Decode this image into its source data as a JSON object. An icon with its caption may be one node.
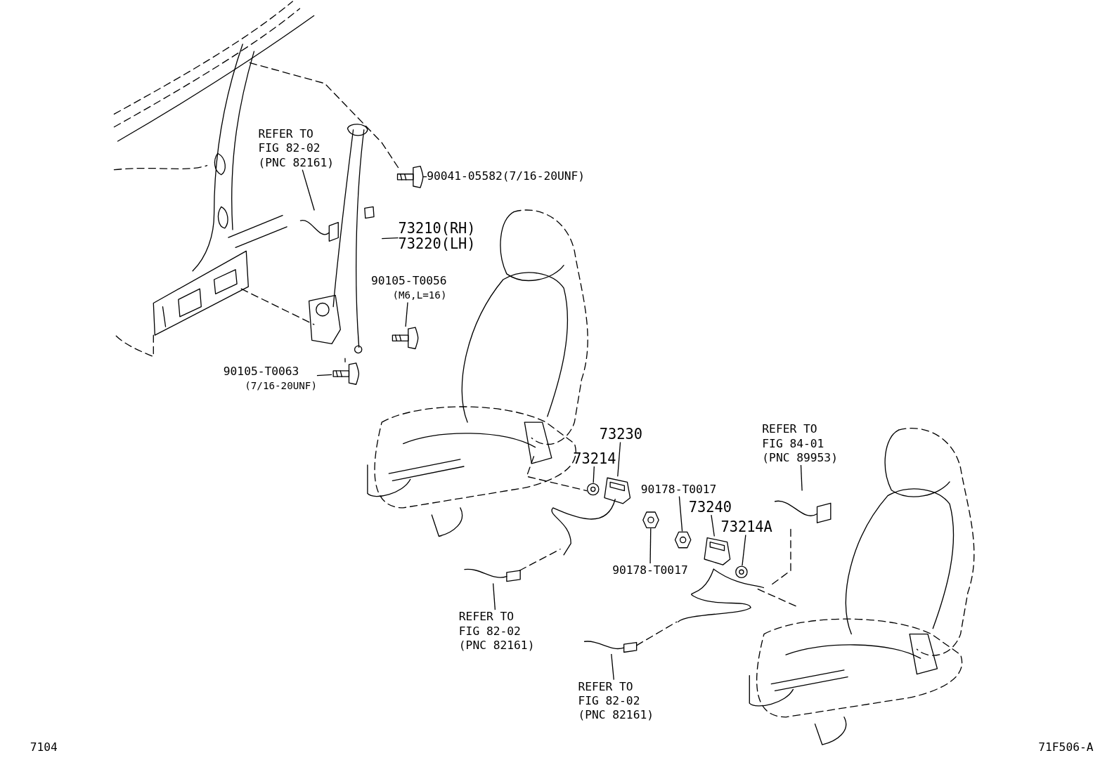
{
  "diagram": {
    "nodes": [
      {
        "text": [
          "REFER TO FIG 82-02 (PNC 82161)"
        ]
      },
      {
        "text": [],
        "shape": "picture"
      },
      {
        "text": [
          "90041-05582(7/16-20UNF)"
        ]
      },
      {
        "text": [],
        "shape": "picture"
      },
      {
        "text": [
          "73210(RH)",
          "73220(LH)"
        ]
      },
      {
        "text": [],
        "shape": "picture"
      },
      {
        "text": [
          "90105-T0056",
          "(M6,L=16)"
        ]
      },
      {
        "text": [],
        "shape": "picture"
      },
      {
        "text": [
          "90105-T0063",
          "(7/16-20UNF)"
        ]
      },
      {
        "text": [],
        "shape": "picture"
      },
      {
        "text": [
          "73230"
        ]
      },
      {
        "text": [],
        "shape": "picture"
      },
      {
        "text": [
          "73214"
        ]
      },
      {
        "text": [],
        "shape": "picture"
      },
      {
        "text": [
          "90178-T0017"
        ]
      },
      {
        "text": [],
        "shape": "picture"
      },
      {
        "text": [
          "90178-T0017"
        ]
      },
      {
        "text": [],
        "shape": "picture"
      },
      {
        "text": [
          "73240"
        ]
      },
      {
        "text": [],
        "shape": "picture"
      },
      {
        "text": [
          "73214A"
        ]
      },
      {
        "text": [],
        "shape": "picture"
      },
      {
        "text": [
          "REFER TO FIG 84-01 (PNC 89953)"
        ]
      },
      {
        "text": [],
        "shape": "picture"
      },
      {
        "text": [
          "REFER TO FIG 82-02 (PNC 82161)"
        ]
      },
      {
        "text": [],
        "shape": "picture"
      },
      {
        "text": [
          "REFER TO FIG 82-02 (PNC 82161)"
        ]
      },
      {
        "text": [],
        "shape": "picture"
      }
    ],
    "edges": [
      {
        "from": 0,
        "to": 1,
        "arrow": "none"
      },
      {
        "from": 2,
        "to": 3,
        "arrow": "none"
      },
      {
        "from": 4,
        "to": 5,
        "arrow": "none"
      },
      {
        "from": 6,
        "to": 7,
        "arrow": "none"
      },
      {
        "from": 8,
        "to": 9,
        "arrow": "none"
      },
      {
        "from": 10,
        "to": 11,
        "arrow": "none"
      },
      {
        "from": 12,
        "to": 13,
        "arrow": "none"
      },
      {
        "from": 14,
        "to": 15,
        "arrow": "none"
      },
      {
        "from": 16,
        "to": 17,
        "arrow": "none"
      },
      {
        "from": 18,
        "to": 19,
        "arrow": "none"
      },
      {
        "from": 20,
        "to": 21,
        "arrow": "none"
      },
      {
        "from": 22,
        "to": 23,
        "arrow": "none"
      },
      {
        "from": 24,
        "to": 25,
        "arrow": "none"
      },
      {
        "from": 26,
        "to": 27,
        "arrow": "none"
      },
      {
        "from": 5,
        "to": 9,
        "arrow": "none",
        "style": "dashed"
      }
    ],
    "labels": [
      "7104",
      "71F506-A"
    ]
  }
}
